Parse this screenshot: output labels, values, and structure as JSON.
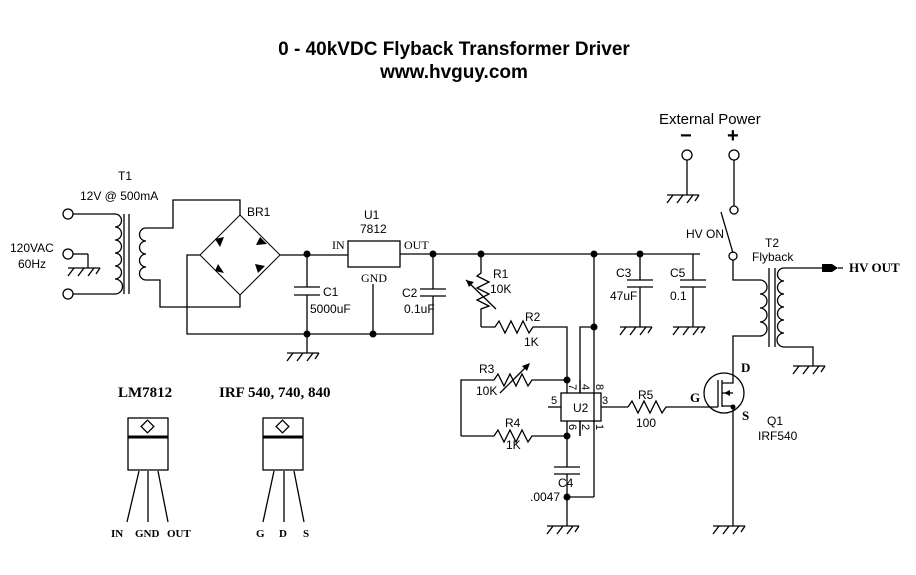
{
  "title": {
    "main": "0 - 40kVDC Flyback Transformer Driver",
    "url": "www.hvguy.com"
  },
  "components": {
    "t1": {
      "ref": "T1",
      "rating": "12V @ 500mA"
    },
    "mains": {
      "voltage": "120VAC",
      "freq": "60Hz"
    },
    "br1": {
      "ref": "BR1"
    },
    "u1": {
      "ref": "U1",
      "part": "7812",
      "pin_in": "IN",
      "pin_out": "OUT",
      "pin_gnd": "GND"
    },
    "c1": {
      "ref": "C1",
      "value": "5000uF"
    },
    "c2": {
      "ref": "C2",
      "value": "0.1uF"
    },
    "r1": {
      "ref": "R1",
      "value": "10K"
    },
    "r2": {
      "ref": "R2",
      "value": "1K"
    },
    "r3": {
      "ref": "R3",
      "value": "10K"
    },
    "r4": {
      "ref": "R4",
      "value": "1K"
    },
    "r5": {
      "ref": "R5",
      "value": "100"
    },
    "c3": {
      "ref": "C3",
      "value": "47uF"
    },
    "c4": {
      "ref": "C4",
      "value": ".0047"
    },
    "c5": {
      "ref": "C5",
      "value": "0.1"
    },
    "u2": {
      "ref": "U2",
      "pins": [
        "7",
        "4",
        "8",
        "5",
        "3",
        "6",
        "2",
        "1"
      ]
    },
    "q1": {
      "ref": "Q1",
      "part": "IRF540",
      "gate": "G",
      "drain": "D",
      "source": "S"
    },
    "t2": {
      "ref": "T2",
      "name": "Flyback"
    },
    "hv_out": "HV OUT",
    "hv_switch": "HV ON",
    "external_power": {
      "label": "External Power",
      "minus": "−",
      "plus": "+"
    }
  },
  "packages": [
    {
      "title": "LM7812",
      "pins": [
        "IN",
        "GND",
        "OUT"
      ]
    },
    {
      "title": "IRF 540, 740, 840",
      "pins": [
        "G",
        "D",
        "S"
      ]
    }
  ]
}
